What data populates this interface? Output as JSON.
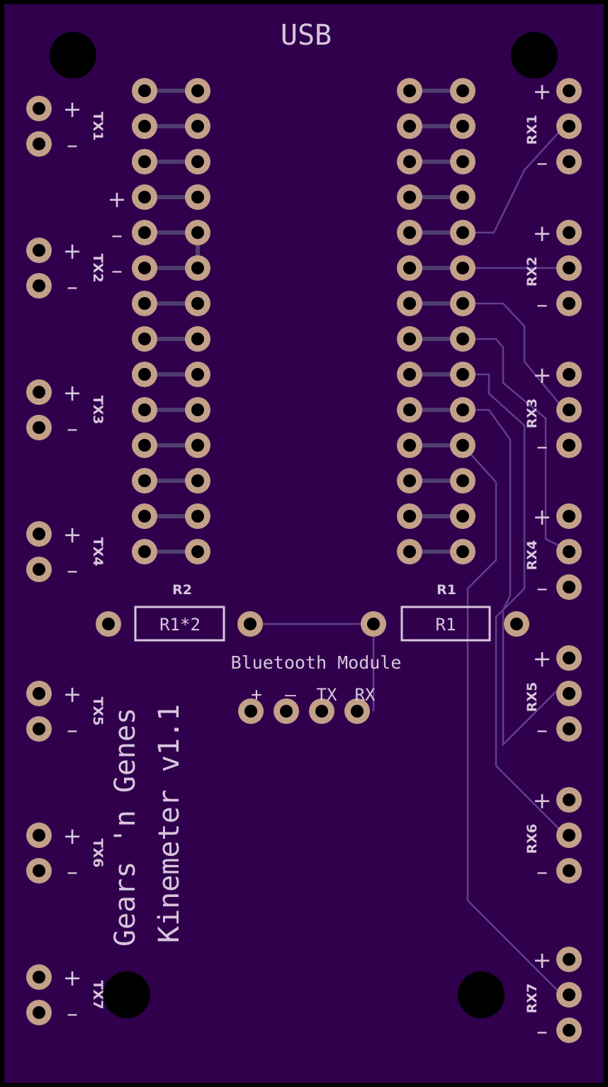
{
  "board": {
    "title": "USB",
    "product_line1": "Gears 'n Genes",
    "product_line2": "Kinemeter v1.1",
    "bluetooth_label": "Bluetooth Module",
    "bluetooth_pins": [
      "+",
      "–",
      "TX",
      "RX"
    ],
    "r1_name": "R1",
    "r1_value": "R1",
    "r2_name": "R2",
    "r2_value": "R1*2",
    "plus": "+",
    "minus": "–",
    "tx": [
      "TX1",
      "TX2",
      "TX3",
      "TX4",
      "TX5",
      "TX6",
      "TX7"
    ],
    "rx": [
      "RX1",
      "RX2",
      "RX3",
      "RX4",
      "RX5",
      "RX6",
      "RX7"
    ]
  },
  "colors": {
    "board": "#30004c",
    "edge": "#000000",
    "pad": "#c3a088",
    "silkscreen": "#d7c6dc",
    "trace": "#5f3f8a"
  }
}
